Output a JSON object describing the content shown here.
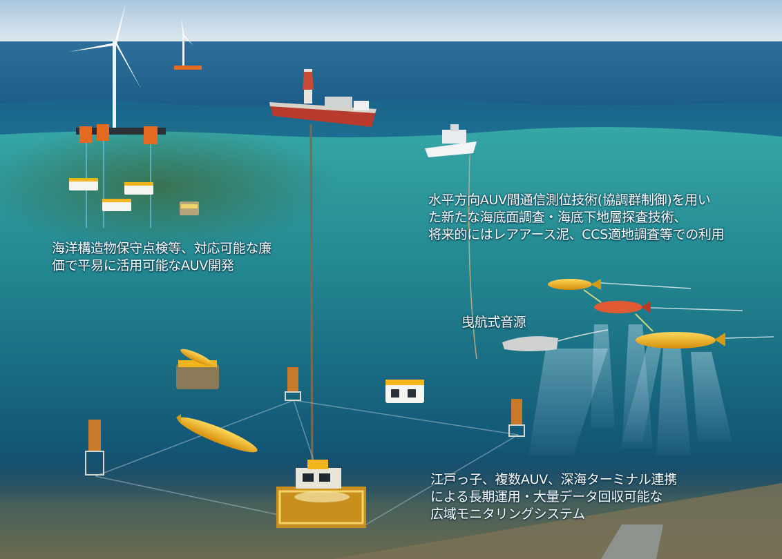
{
  "labels": {
    "offshore_lines": [
      "海洋構造物保守点検等、対応可能な廉",
      "価で平易に活用可能なAUV開発"
    ],
    "auv_group_lines": [
      "水平方向AUV間通信測位技術(協調群制御)を用いた新たな海底面調査・海底下地層探査技術、",
      "将来的にはレアアース泥、CCS適地調査等での利用"
    ],
    "auv_group_line1": "水平方向AUV間通信測位技術(協調群制御)を用い",
    "auv_group_line2": "た新たな海底面調査・海底下地層探査技術、",
    "auv_group_line3": "将来的にはレアアース泥、CCS適地調査等での利用",
    "towed_source": "曳航式音源",
    "monitoring_line1": "江戸っ子、複数AUV、深海ターミナル連携",
    "monitoring_line2": "による長期運用・大量データ回収可能な",
    "monitoring_line3": "広域モニタリングシステム",
    "offshore_line1": "海洋構造物保守点検等、対応可能な廉",
    "offshore_line2": "価で平易に活用可能なAUV開発"
  },
  "colors": {
    "sky": "#b9d3e6",
    "sea_surface": "#1f6f9c",
    "underwater_top": "#2a9a9c",
    "underwater_deep": "#0c3c66",
    "seabed": "#5b6a52",
    "auv_yellow": "#f2b61c",
    "auv_red": "#d8482a",
    "sonar_beam": "#cfe8ff"
  },
  "icons": [
    "wind-turbine-icon",
    "drill-ship-icon",
    "support-vessel-icon",
    "auv-icon",
    "rov-icon",
    "seafloor-lander-icon",
    "acoustic-buoy-icon",
    "towed-sound-source-icon"
  ]
}
